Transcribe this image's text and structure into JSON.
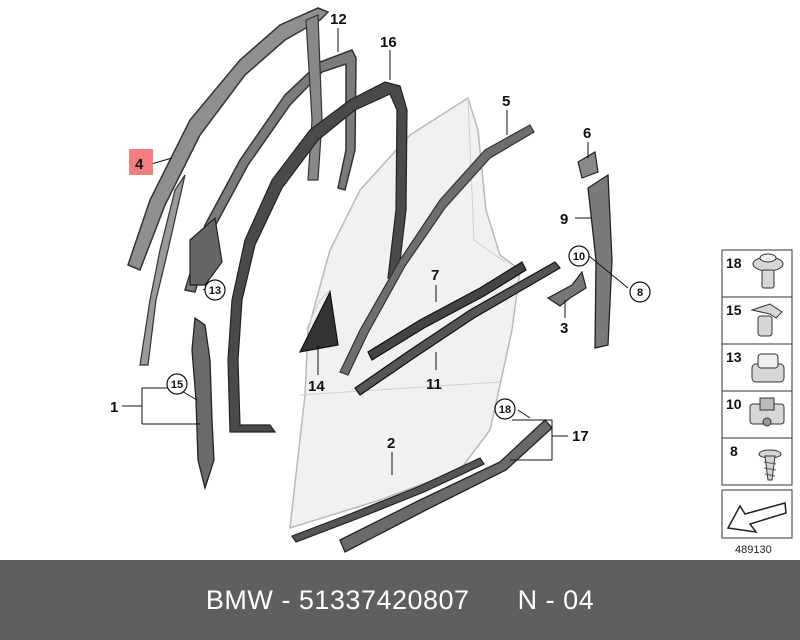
{
  "callouts": {
    "c1": "1",
    "c2": "2",
    "c3": "3",
    "c4": "4",
    "c5": "5",
    "c6": "6",
    "c7": "7",
    "c8": "8",
    "c9": "9",
    "c10": "10",
    "c11": "11",
    "c12": "12",
    "c13": "13",
    "c14": "14",
    "c15": "15",
    "c16": "16",
    "c17": "17",
    "c18": "18"
  },
  "legend": {
    "items": [
      "18",
      "15",
      "13",
      "10",
      "8"
    ]
  },
  "reference_number": "489130",
  "footer": {
    "brand": "BMW",
    "part_number": "51337420807",
    "code": "N - 04"
  },
  "colors": {
    "footer_bg": "#5f5f5f",
    "highlight": "#f27e7e",
    "seal_dark": "#4a4a4a",
    "door_fill": "#efefef"
  }
}
